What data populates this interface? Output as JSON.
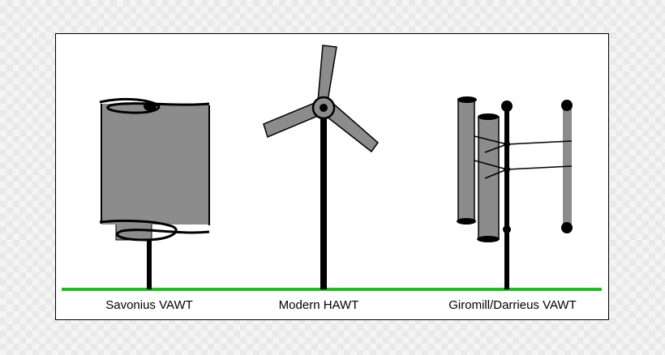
{
  "labels": {
    "savonius": "Savonius VAWT",
    "hawt": "Modern HAWT",
    "giromill": "Giromill/Darrieus VAWT"
  },
  "colors": {
    "ground": "#22bb22",
    "blade": "#8c8c8c",
    "outline": "#000000",
    "background": "#ffffff"
  }
}
